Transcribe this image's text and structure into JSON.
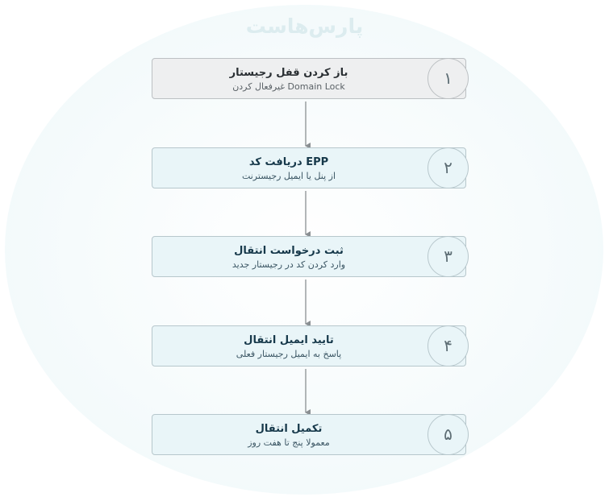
{
  "watermark": "پارس‌هاست",
  "steps": [
    {
      "number": "۱",
      "title": "باز کردن قفل رجیستار",
      "subtitle": "Domain Lock غیرفعال کردن"
    },
    {
      "number": "۲",
      "title": "EPP دریافت کد",
      "subtitle": "از پنل یا ایمیل رجیسترنت"
    },
    {
      "number": "۳",
      "title": "ثبت درخواست انتقال",
      "subtitle": "وارد کردن کد در رجیستار جدید"
    },
    {
      "number": "۴",
      "title": "تایید ایمیل انتقال",
      "subtitle": "پاسخ به ایمیل رجیستار فعلی"
    },
    {
      "number": "۵",
      "title": "تکمیل انتقال",
      "subtitle": "معمولا پنج تا هفت روز"
    }
  ]
}
